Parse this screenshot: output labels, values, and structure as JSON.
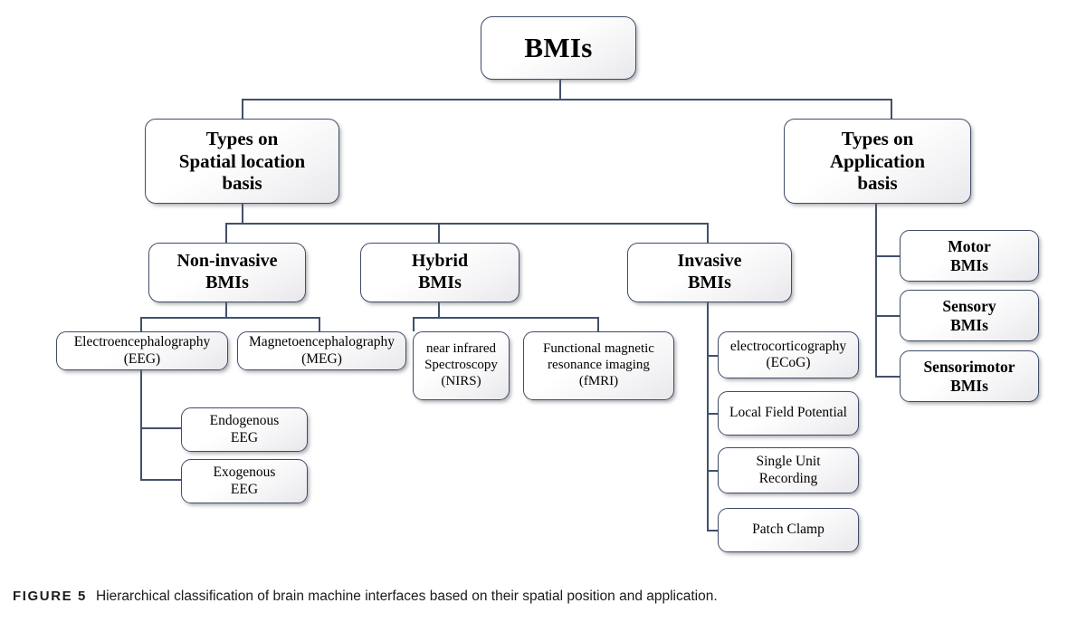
{
  "figure": {
    "label": "FIGURE 5",
    "caption": "Hierarchical classification of brain machine interfaces based on their spatial position and application."
  },
  "colors": {
    "connector": "#41506c",
    "box_border": "#3f4d68",
    "box_fill": "#ffffff",
    "text": "#000000"
  },
  "diagram": {
    "root": {
      "label": "BMIs"
    },
    "branches": [
      {
        "label": "Types on\nSpatial location\nbasis"
      },
      {
        "label": "Types on\nApplication\nbasis"
      }
    ],
    "spatial_children": [
      {
        "label": "Non-invasive\nBMIs"
      },
      {
        "label": "Hybrid\nBMIs"
      },
      {
        "label": "Invasive\nBMIs"
      }
    ],
    "noninvasive_children": [
      {
        "label": "Electroencephalography\n(EEG)"
      },
      {
        "label": "Magnetoencephalography\n(MEG)"
      }
    ],
    "eeg_children": [
      {
        "label": "Endogenous\nEEG"
      },
      {
        "label": "Exogenous\nEEG"
      }
    ],
    "hybrid_children": [
      {
        "label": "near infrared\nSpectroscopy\n(NIRS)"
      },
      {
        "label": "Functional magnetic\nresonance imaging\n(fMRI)"
      }
    ],
    "invasive_children": [
      {
        "label": "electrocorticography\n(ECoG)"
      },
      {
        "label": "Local Field Potential"
      },
      {
        "label": "Single Unit\nRecording"
      },
      {
        "label": "Patch Clamp"
      }
    ],
    "application_children": [
      {
        "label": "Motor\nBMIs"
      },
      {
        "label": "Sensory\nBMIs"
      },
      {
        "label": "Sensorimotor\nBMIs"
      }
    ]
  }
}
